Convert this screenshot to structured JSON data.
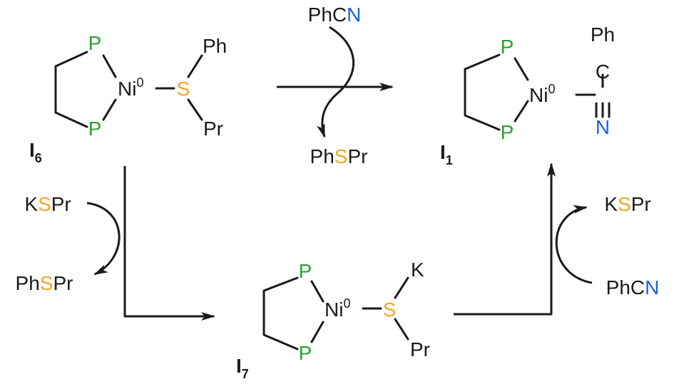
{
  "colors": {
    "phosphorus": "#2ca02c",
    "sulfur": "#f5a623",
    "nitrogen": "#1f5fe0",
    "ink": "#1a1a1a"
  },
  "atoms": {
    "P": "P",
    "Ni": "Ni",
    "S": "S",
    "N": "N",
    "C": "C",
    "K": "K",
    "Ph": "Ph",
    "Pr": "Pr"
  },
  "oxidation_state": "0",
  "labels": {
    "I6": {
      "main": "I",
      "sub": "6"
    },
    "I1": {
      "main": "I",
      "sub": "1"
    },
    "I7": {
      "main": "I",
      "sub": "7"
    }
  },
  "reagents": {
    "phcn_top": {
      "pre": "PhC",
      "hl": "N",
      "post": ""
    },
    "phspr_top": {
      "pre": "Ph",
      "hl": "S",
      "post": "Pr"
    },
    "kspr_left": {
      "pre": "K",
      "hl": "S",
      "post": "Pr"
    },
    "phspr_left": {
      "pre": "Ph",
      "hl": "S",
      "post": "Pr"
    },
    "kspr_right": {
      "pre": "K",
      "hl": "S",
      "post": "Pr"
    },
    "phcn_right": {
      "pre": "PhC",
      "hl": "N",
      "post": ""
    }
  }
}
